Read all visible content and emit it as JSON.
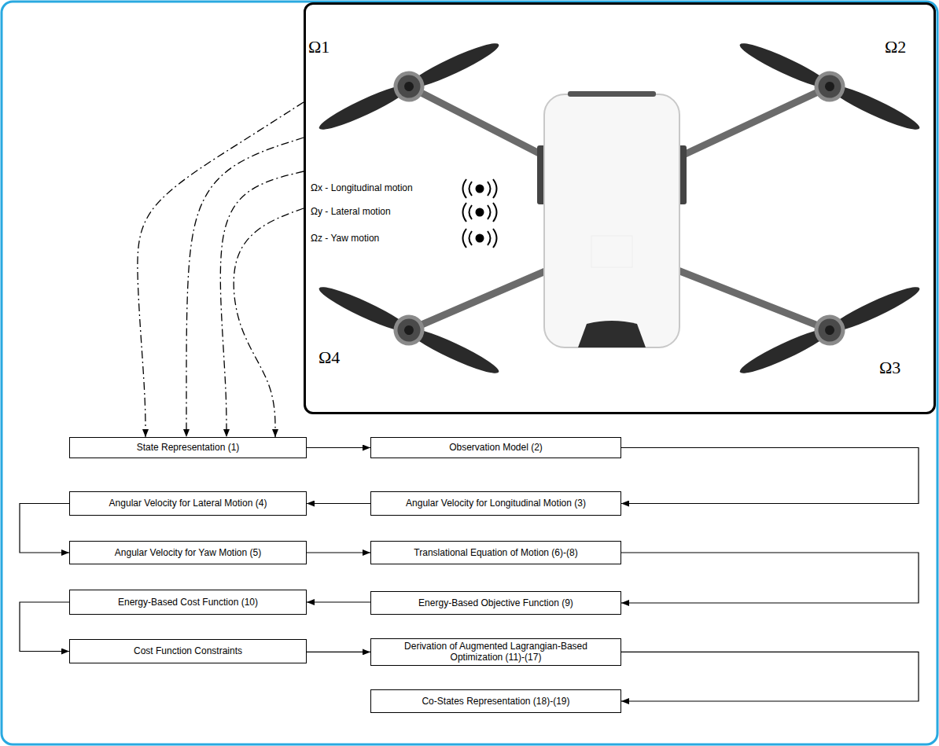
{
  "diagram": {
    "nodes": [
      {
        "text": [
          "Ω1",
          "Ω2",
          "Ωx - Longitudinal motion",
          "Ωy - Lateral motion",
          "Ωz - Yaw motion",
          "Ω4",
          "Ω3"
        ]
      },
      {
        "text": [
          "State Representation (1)"
        ]
      },
      {
        "text": [
          "Observation Model (2)"
        ]
      },
      {
        "text": [
          "Angular Velocity for Lateral Motion (4)"
        ]
      },
      {
        "text": [
          "Angular Velocity for Longitudinal Motion (3)"
        ]
      },
      {
        "text": [
          "Angular Velocity for Yaw Motion (5)"
        ]
      },
      {
        "text": [
          "Translational Equation of Motion (6)-(8)"
        ]
      },
      {
        "text": [
          "Energy-Based Cost Function (10)"
        ]
      },
      {
        "text": [
          "Energy-Based Objective Function (9)"
        ]
      },
      {
        "text": [
          "Cost Function Constraints"
        ]
      },
      {
        "text": [
          "Derivation of Augmented Lagrangian-Based Optimization (11)-(17)"
        ]
      },
      {
        "text": [
          "Co-States Representation (18)-(19)"
        ]
      }
    ],
    "edges": [
      {
        "from": 0,
        "to": 1,
        "arrow": "to"
      },
      {
        "from": 0,
        "to": 1,
        "arrow": "to"
      },
      {
        "from": 0,
        "to": 1,
        "arrow": "to"
      },
      {
        "from": 0,
        "to": 1,
        "arrow": "to"
      },
      {
        "from": 1,
        "to": 2,
        "arrow": "to"
      },
      {
        "from": 2,
        "to": 4,
        "arrow": "to"
      },
      {
        "from": 4,
        "to": 3,
        "arrow": "to"
      },
      {
        "from": 3,
        "to": 5,
        "arrow": "to"
      },
      {
        "from": 5,
        "to": 6,
        "arrow": "to"
      },
      {
        "from": 6,
        "to": 8,
        "arrow": "to"
      },
      {
        "from": 8,
        "to": 7,
        "arrow": "to"
      },
      {
        "from": 7,
        "to": 9,
        "arrow": "to"
      },
      {
        "from": 9,
        "to": 10,
        "arrow": "to"
      },
      {
        "from": 10,
        "to": 11,
        "arrow": "to"
      }
    ]
  }
}
